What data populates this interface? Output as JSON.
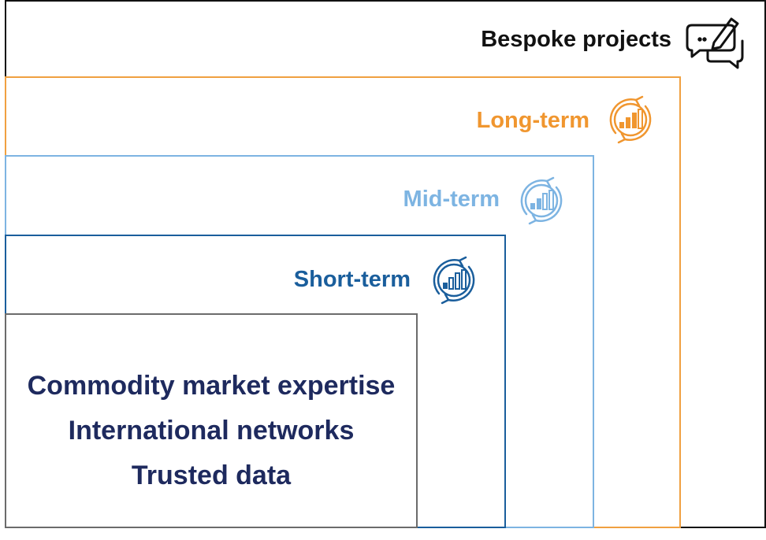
{
  "tiers": {
    "bespoke": {
      "label": "Bespoke projects",
      "icon": "chat-edit-icon",
      "color": "#111111"
    },
    "long": {
      "label": "Long-term",
      "icon": "cycle-bar-chart-icon",
      "color": "#f0962f"
    },
    "mid": {
      "label": "Mid-term",
      "icon": "cycle-bar-chart-icon",
      "color": "#7db4e2"
    },
    "short": {
      "label": "Short-term",
      "icon": "cycle-bar-chart-icon",
      "color": "#1a5e9c"
    }
  },
  "core": {
    "lines": [
      "Commodity market expertise",
      "International networks",
      "Trusted data"
    ],
    "color": "#1e2a5e"
  }
}
